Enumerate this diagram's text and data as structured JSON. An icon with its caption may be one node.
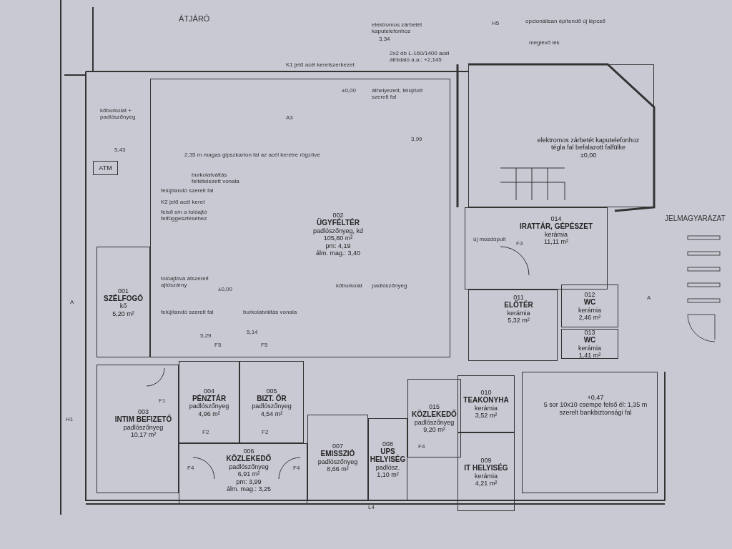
{
  "diagram": {
    "nodes": [
      {
        "text": [
          "002",
          "ÜGYFÉLTÉR",
          "padlószőnyeg, kd",
          "105,80 m²",
          "pm: 4,19",
          "álm. mag.: 3,40"
        ]
      },
      {
        "text": [
          "001",
          "SZÉLFOGÓ",
          "kő",
          "5,20 m²"
        ]
      },
      {
        "text": [
          "ATM"
        ]
      },
      {
        "text": [
          "elektromos zárbetét kaputelefonhoz",
          "tégla fal befalazott falfülke",
          "±0,00"
        ]
      },
      {
        "text": [
          "014",
          "IRATTÁR, GÉPÉSZET",
          "kerámia",
          "11,11 m²"
        ]
      },
      {
        "text": [
          "011",
          "ELŐTÉR",
          "kerámia",
          "5,32 m²"
        ]
      },
      {
        "text": [
          "012",
          "WC",
          "kerámia",
          "2,46 m²"
        ]
      },
      {
        "text": [
          "013",
          "WC",
          "kerámia",
          "1,41 m²"
        ]
      },
      {
        "text": [
          "003",
          "INTIM BEFIZETŐ",
          "padlószőnyeg",
          "10,17 m²"
        ]
      },
      {
        "text": [
          "004",
          "PÉNZTÁR",
          "padlószőnyeg",
          "4,96 m²"
        ]
      },
      {
        "text": [
          "005",
          "BIZT. ŐR",
          "padlószőnyeg",
          "4,54 m²"
        ]
      },
      {
        "text": [
          "006",
          "KÖZLEKEDŐ",
          "padlószőnyeg",
          "6,91 m²",
          "pm: 3,99",
          "álm. mag.: 3,25"
        ]
      },
      {
        "text": [
          "007",
          "EMISSZIÓ",
          "padlószőnyeg",
          "8,66 m²"
        ]
      },
      {
        "text": [
          "008",
          "UPS HELYISÉG",
          "padlósz.",
          "1,10 m²"
        ]
      },
      {
        "text": [
          "015",
          "KÖZLEKEDŐ",
          "padlószőnyeg",
          "9,20 m²"
        ]
      },
      {
        "text": [
          "010",
          "TEAKONYHA",
          "kerámia",
          "3,52 m²"
        ]
      },
      {
        "text": [
          "009",
          "IT HELYISÉG",
          "kerámia",
          "4,21 m²"
        ]
      },
      {
        "text": [
          "+0,47",
          "5 sor 10x10 csempe felső él: 1,35 m",
          "szerelt bankbiztonsági fal"
        ]
      }
    ],
    "labels": [
      "ÁTJÁRÓ",
      "elektromos zárbetét kaputelefonhoz",
      "3,34",
      "H5",
      "opcionálisan építendő új lépcső",
      "meglévő lék",
      "2x2 db L-160/1400 acél áthidaló a.a.: +2,145",
      "K1 jelű acél keretszerkezet",
      "±0,00",
      "áthelyezett, felújított szerelt fal",
      "kőburkolat + padlószőnyeg",
      "5,43",
      "2,35 m magas gipszkarton fal az acél keretre rögzítve",
      "A3",
      "3,99",
      "burkolatváltás feltételezett vonala",
      "felújítandó szerelt fal",
      "K2 jelű acél keret",
      "felső sín a tolóajtó felfüggesztéséhez",
      "új mosdópult",
      "JELMAGYARÁZAT",
      "tolóajtóvá átszerelt ajtószárny",
      "±0,00",
      "kőburkolat",
      "padlószőnyeg",
      "F3",
      "A",
      "A",
      "felújítandó szerelt fal",
      "burkolatváltás vonala",
      "5,29",
      "5,14",
      "F5",
      "F5",
      "H1",
      "F1",
      "F2",
      "F2",
      "F4",
      "F4",
      "F4",
      "L4"
    ]
  }
}
